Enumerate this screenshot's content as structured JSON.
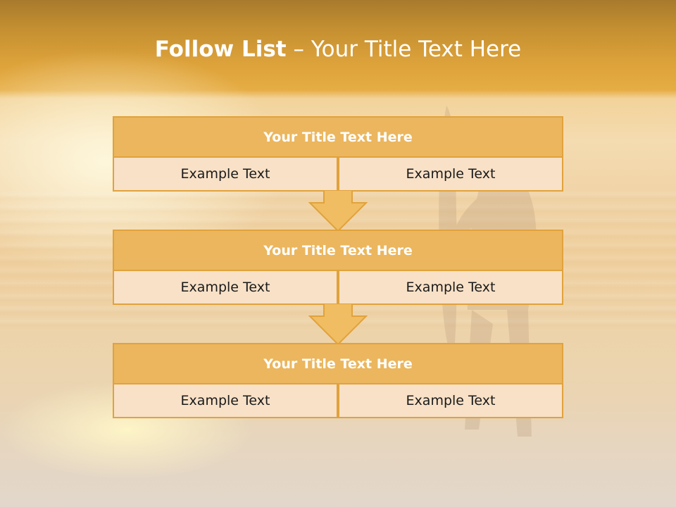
{
  "slide": {
    "title_bold": "Follow List",
    "title_rest": " – Your Title Text Here"
  },
  "blocks": [
    {
      "header": "Your Title Text Here",
      "left": "Example Text",
      "right": "Example Text"
    },
    {
      "header": "Your Title Text Here",
      "left": "Example Text",
      "right": "Example Text"
    },
    {
      "header": "Your Title Text Here",
      "left": "Example Text",
      "right": "Example Text"
    }
  ],
  "colors": {
    "header_fill": "#ebb65e",
    "cell_fill": "#f8e1c7",
    "border": "#e1a23c",
    "arrow_fill": "#f0bd62",
    "title_text": "#ffffff"
  }
}
